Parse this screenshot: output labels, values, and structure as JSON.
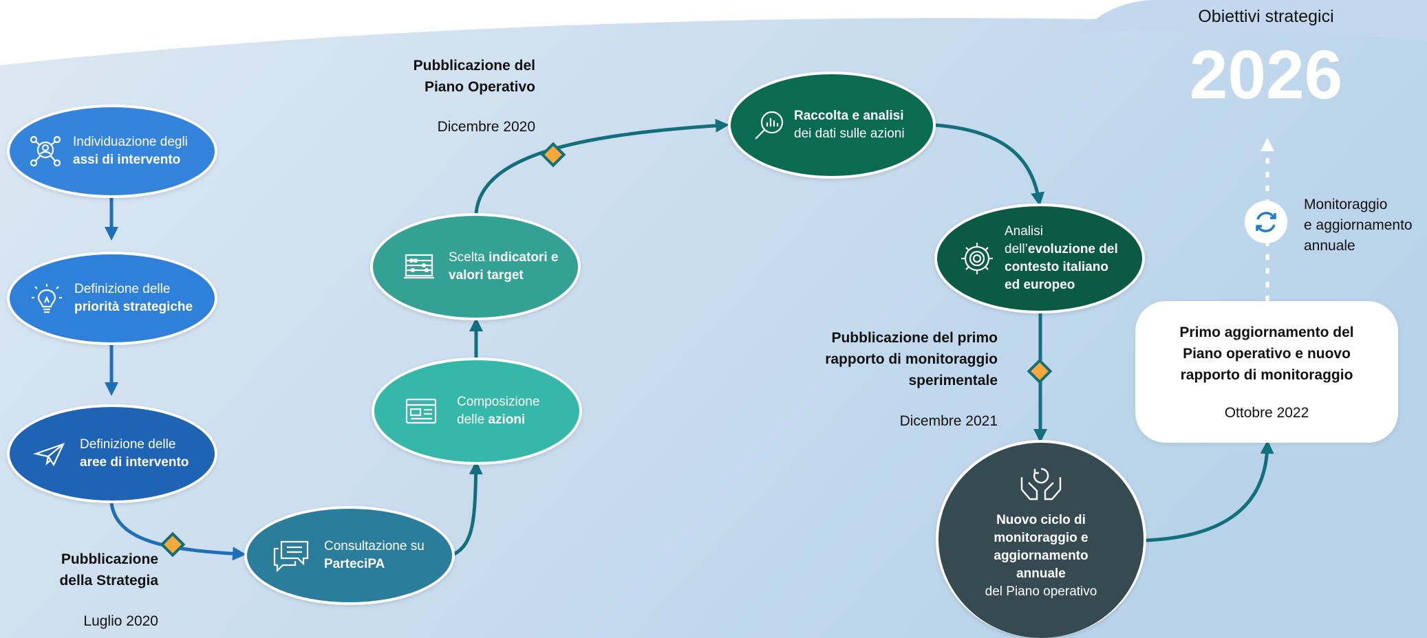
{
  "objective": {
    "title": "Obiettivi strategici",
    "year": "2026"
  },
  "nodes": {
    "assi": {
      "line1": "Individuazione degli",
      "bold": "assi di intervento"
    },
    "priorita": {
      "line1": "Definizione delle",
      "bold": "priorità strategiche"
    },
    "aree": {
      "line1": "Definizione delle",
      "bold": "aree di intervento"
    },
    "consultazione": {
      "line1": "Consultazione su",
      "bold": "ParteciPA"
    },
    "composizione": {
      "line1": "Composizione",
      "prefix": "delle ",
      "bold": "azioni"
    },
    "scelta": {
      "prefix": "Scelta ",
      "bold1": "indicatori e",
      "bold2": "valori target"
    },
    "raccolta": {
      "bold": "Raccolta e analisi",
      "line2": "dei dati sulle azioni"
    },
    "analisi": {
      "line1": "Analisi",
      "prefix": "dell’",
      "bold1": "evoluzione del",
      "bold2": "contesto italiano",
      "bold3": "ed europeo"
    },
    "ciclo": {
      "bold1": "Nuovo ciclo di",
      "bold2": "monitoraggio e",
      "bold3": "aggiornamento",
      "bold4": "annuale",
      "line": "del Piano operativo"
    }
  },
  "milestones": {
    "strategia": {
      "title1": "Pubblicazione",
      "title2": "della Strategia",
      "date": "Luglio 2020"
    },
    "piano": {
      "title1": "Pubblicazione del",
      "title2": "Piano Operativo",
      "date": "Dicembre 2020"
    },
    "rapporto": {
      "title1": "Pubblicazione del primo",
      "title2": "rapporto di monitoraggio",
      "title3": "sperimentale",
      "date": "Dicembre 2021"
    }
  },
  "final_box": {
    "title1": "Primo aggiornamento del",
    "title2": "Piano operativo e nuovo",
    "title3": "rapporto di monitoraggio",
    "date": "Ottobre 2022"
  },
  "monitoring": {
    "line1": "Monitoraggio",
    "line2": "e aggiornamento",
    "line3": "annuale"
  },
  "colors": {
    "node_blue_1": "#3584dc",
    "node_blue_2": "#2f80d8",
    "node_blue_3": "#1f64b4",
    "node_teal_1": "#2a7d9b",
    "node_teal_2": "#35b7aa",
    "node_teal_3": "#33a193",
    "node_green_1": "#0a6b51",
    "node_green_2": "#0b5a44",
    "node_dark": "#364a52",
    "arrow": "#136f7c",
    "diamond": "#f5a93b"
  }
}
